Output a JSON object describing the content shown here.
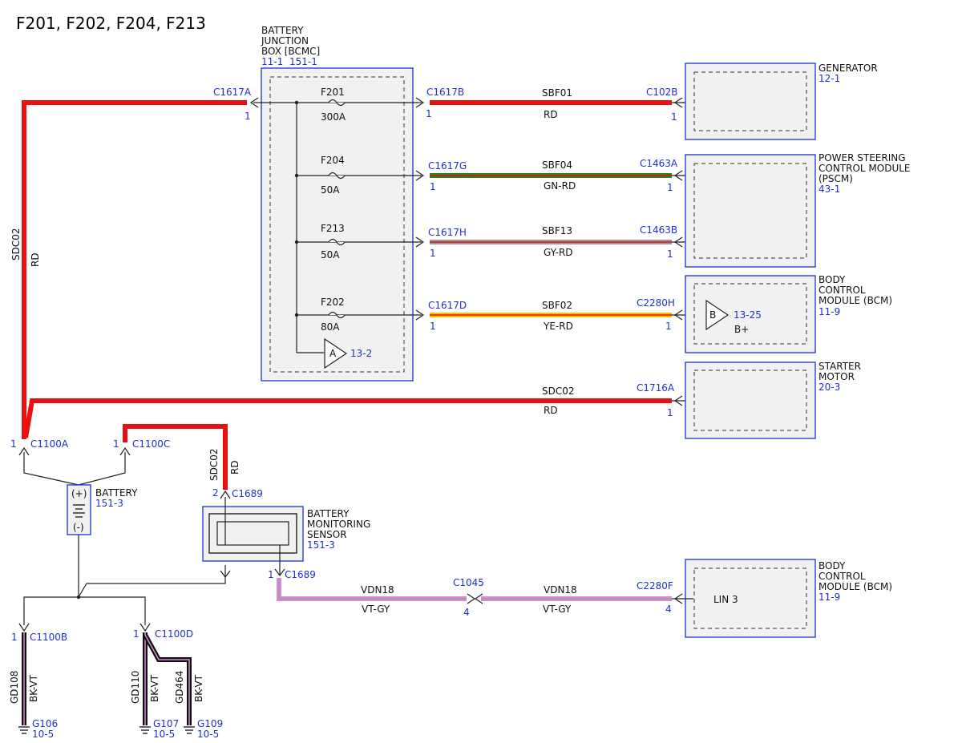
{
  "title": "F201, F202, F204, F213",
  "bjb": {
    "name_1": "BATTERY",
    "name_2": "JUNCTION",
    "name_3": "BOX [BCMC]",
    "ref_1": "11-1",
    "ref_2": "151-1"
  },
  "fuses": [
    {
      "name": "F201",
      "rating": "300A"
    },
    {
      "name": "F204",
      "rating": "50A"
    },
    {
      "name": "F213",
      "rating": "50A"
    },
    {
      "name": "F202",
      "rating": "80A"
    }
  ],
  "ref_a": {
    "letter": "A",
    "page": "13-2"
  },
  "ref_b": {
    "letter": "B",
    "page": "13-25",
    "label": "B+"
  },
  "circuits": [
    {
      "left_conn": "C1617B",
      "left_pin": "1",
      "right_conn": "C102B",
      "right_pin": "1",
      "circuit": "SBF01",
      "color": "RD"
    },
    {
      "left_conn": "C1617G",
      "left_pin": "1",
      "right_conn": "C1463A",
      "right_pin": "1",
      "circuit": "SBF04",
      "color": "GN-RD"
    },
    {
      "left_conn": "C1617H",
      "left_pin": "1",
      "right_conn": "C1463B",
      "right_pin": "1",
      "circuit": "SBF13",
      "color": "GY-RD"
    },
    {
      "left_conn": "C1617D",
      "left_pin": "1",
      "right_conn": "C2280H",
      "right_pin": "1",
      "circuit": "SBF02",
      "color": "YE-RD"
    }
  ],
  "c1617a": {
    "conn": "C1617A",
    "pin": "1"
  },
  "main_wire": {
    "circuit": "SDC02",
    "color": "RD"
  },
  "starter_wire": {
    "circuit": "SDC02",
    "color": "RD",
    "conn": "C1716A",
    "pin": "1"
  },
  "components": {
    "generator": {
      "name_1": "GENERATOR",
      "ref": "12-1"
    },
    "pscm": {
      "name_1": "POWER STEERING",
      "name_2": "CONTROL MODULE",
      "name_3": "(PSCM)",
      "ref": "43-1"
    },
    "bcm1": {
      "name_1": "BODY",
      "name_2": "CONTROL",
      "name_3": "MODULE (BCM)",
      "ref": "11-9"
    },
    "starter": {
      "name_1": "STARTER",
      "name_2": "MOTOR",
      "ref": "20-3"
    },
    "bcm2": {
      "name_1": "BODY",
      "name_2": "CONTROL",
      "name_3": "MODULE (BCM)",
      "ref": "11-9",
      "inner": "LIN 3"
    },
    "battery": {
      "name": "BATTERY",
      "ref": "151-3",
      "plus": "(+)",
      "minus": "(-)"
    },
    "bms": {
      "name_1": "BATTERY",
      "name_2": "MONITORING",
      "name_3": "SENSOR",
      "ref": "151-3"
    }
  },
  "battery_conns": {
    "c1100a": {
      "conn": "C1100A",
      "pin": "1"
    },
    "c1100c": {
      "conn": "C1100C",
      "pin": "1"
    },
    "c1100b": {
      "conn": "C1100B",
      "pin": "1"
    },
    "c1100d": {
      "conn": "C1100D",
      "pin": "1"
    }
  },
  "bms_wire": {
    "circuit": "SDC02",
    "color": "RD",
    "conn": "C1689",
    "pin": "2"
  },
  "lin": {
    "conn_bms": "C1689",
    "pin_bms": "1",
    "inline_conn": "C1045",
    "inline_pin": "4",
    "circuit_1": "VDN18",
    "color_1": "VT-GY",
    "circuit_2": "VDN18",
    "color_2": "VT-GY",
    "bcm_conn": "C2280F",
    "bcm_pin": "4"
  },
  "grounds": [
    {
      "circuit": "GD108",
      "color": "BK-VT",
      "ground": "G106",
      "ref": "10-5"
    },
    {
      "circuit": "GD110",
      "color": "BK-VT",
      "ground": "G107",
      "ref": "10-5"
    },
    {
      "circuit": "GD464",
      "color": "BK-VT",
      "ground": "G109",
      "ref": "10-5"
    }
  ],
  "wire_colors": {
    "RD": "#e81010",
    "GN": "#2e7d1e",
    "GY": "#9a9a9a",
    "YE": "#f2c400",
    "VT": "#d98ad9",
    "BK": "#111111"
  }
}
